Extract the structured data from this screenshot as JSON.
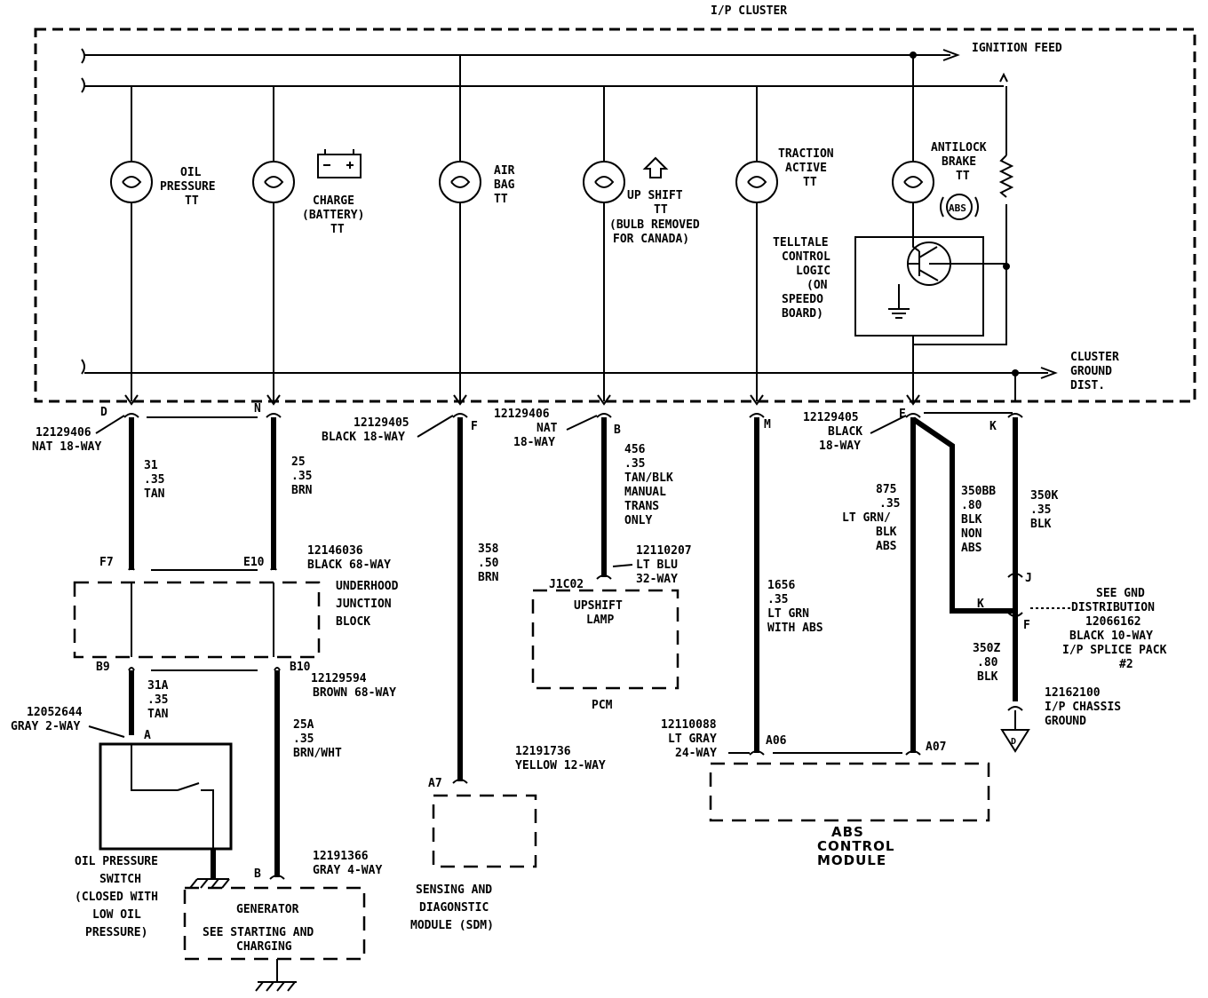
{
  "title": "I/P CLUSTER",
  "ignition_feed": "IGNITION FEED",
  "cluster_ground": [
    "CLUSTER",
    "GROUND",
    "DIST."
  ],
  "lamps": {
    "oil": [
      "OIL",
      "PRESSURE",
      "TT"
    ],
    "charge": [
      "CHARGE",
      "(BATTERY)",
      "TT"
    ],
    "airbag": [
      "AIR",
      "BAG",
      "TT"
    ],
    "upshift": [
      "UP SHIFT",
      "TT",
      "(BULB REMOVED",
      "FOR CANADA)"
    ],
    "traction": [
      "TRACTION",
      "ACTIVE",
      "TT"
    ],
    "antilock": [
      "ANTILOCK",
      "BRAKE",
      "TT"
    ],
    "abs_badge": "ABS"
  },
  "telltale": [
    "TELLTALE",
    "CONTROL",
    "LOGIC",
    "(ON",
    "SPEEDO",
    "BOARD)"
  ],
  "connectors": {
    "c1": [
      "12129406",
      "NAT 18-WAY"
    ],
    "c2": [
      "12129405",
      "BLACK 18-WAY"
    ],
    "c3": [
      "12129406",
      "NAT",
      "18-WAY"
    ],
    "c4": [
      "12129405",
      "BLACK",
      "18-WAY"
    ],
    "ujb_top": [
      "12146036",
      "BLACK 68-WAY"
    ],
    "ujb_bottom": [
      "12129594",
      "BROWN 68-WAY"
    ],
    "pcm_conn": [
      "12110207",
      "LT BLU",
      "32-WAY"
    ],
    "oil_switch_conn": [
      "12052644",
      "GRAY 2-WAY"
    ],
    "gen_conn": [
      "12191366",
      "GRAY 4-WAY"
    ],
    "sdm_conn": [
      "12191736",
      "YELLOW 12-WAY"
    ],
    "abs_conn": [
      "12110088",
      "LT GRAY",
      "24-WAY"
    ],
    "chassis": [
      "12162100",
      "I/P CHASSIS",
      "GROUND"
    ],
    "splice": [
      "SEE GND",
      "DISTRIBUTION",
      "12066162",
      "BLACK 10-WAY",
      "I/P SPLICE PACK",
      "#2"
    ]
  },
  "pins": {
    "D": "D",
    "N": "N",
    "F": "F",
    "B": "B",
    "M": "M",
    "E": "E",
    "K": "K",
    "F7": "F7",
    "E10": "E10",
    "B9": "B9",
    "B10": "B10",
    "A": "A",
    "Bgen": "B",
    "A7": "A7",
    "J1C02": "J1C02",
    "A06": "A06",
    "A07": "A07",
    "J": "J",
    "K2": "K",
    "F2": "F"
  },
  "wires": {
    "w31": [
      "31",
      ".35",
      "TAN"
    ],
    "w25": [
      "25",
      ".35",
      "BRN"
    ],
    "w358": [
      "358",
      ".50",
      "BRN"
    ],
    "w456": [
      "456",
      ".35",
      "TAN/BLK",
      "MANUAL",
      "TRANS",
      "ONLY"
    ],
    "w1656": [
      "1656",
      ".35",
      "LT GRN",
      "WITH ABS"
    ],
    "w875": [
      "875",
      ".35",
      "LT GRN/",
      "BLK",
      "ABS"
    ],
    "w350bb": [
      "350BB",
      ".80",
      "BLK",
      "NON",
      "ABS"
    ],
    "w350k": [
      "350K",
      ".35",
      "BLK"
    ],
    "w350z": [
      "350Z",
      ".80",
      "BLK"
    ],
    "w31a": [
      "31A",
      ".35",
      "TAN"
    ],
    "w25a": [
      "25A",
      ".35",
      "BRN/WHT"
    ]
  },
  "components": {
    "ujb": [
      "UNDERHOOD",
      "JUNCTION",
      "BLOCK"
    ],
    "pcm_box": [
      "UPSHIFT",
      "LAMP"
    ],
    "pcm": "PCM",
    "oil_switch": [
      "OIL PRESSURE",
      "SWITCH",
      "(CLOSED WITH",
      "LOW OIL",
      "PRESSURE)"
    ],
    "generator": [
      "GENERATOR",
      "SEE STARTING AND",
      "CHARGING"
    ],
    "sdm": [
      "SENSING AND",
      "DIAGONSTIC",
      "MODULE (SDM)"
    ],
    "abs": [
      "ABS",
      "CONTROL",
      "MODULE"
    ]
  }
}
